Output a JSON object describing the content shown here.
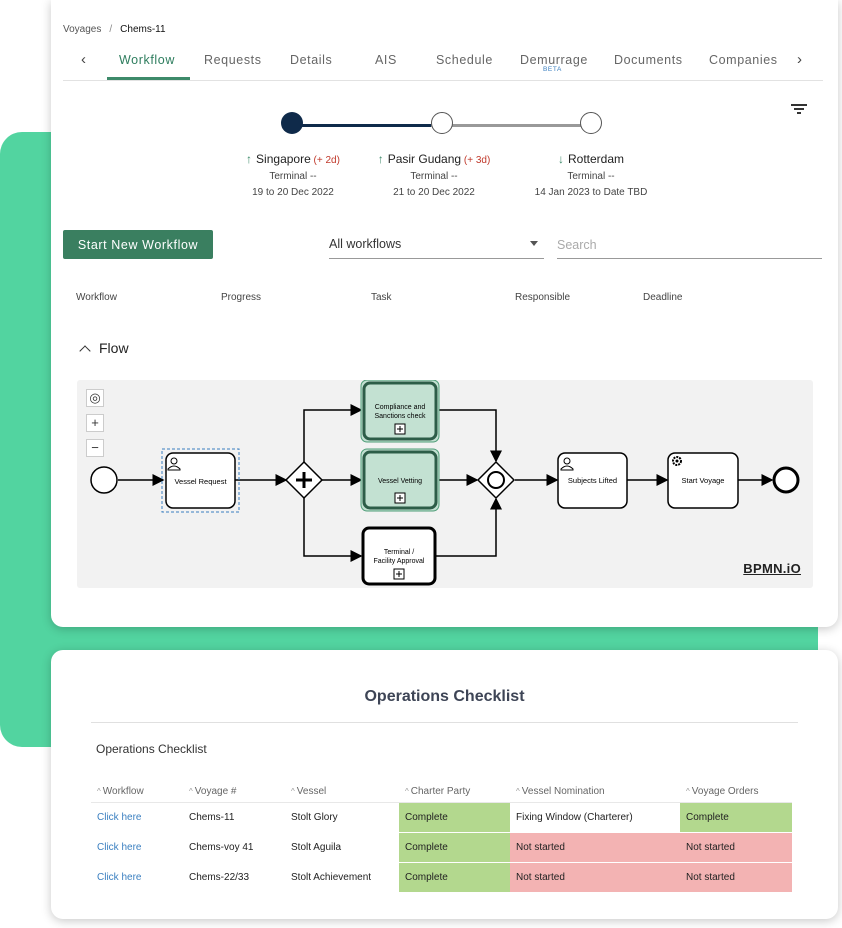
{
  "breadcrumb": {
    "root": "Voyages",
    "current": "Chems-11"
  },
  "tabs": [
    "Workflow",
    "Requests",
    "Details",
    "AIS",
    "Schedule",
    "Demurrage",
    "Documents",
    "Companies"
  ],
  "beta_label": "BETA",
  "ports": [
    {
      "name": "Singapore",
      "delta": "(+ 2d)",
      "terminal": "Terminal --",
      "dates": "19 to 20 Dec 2022",
      "arrow": "↑"
    },
    {
      "name": "Pasir Gudang",
      "delta": "(+ 3d)",
      "terminal": "Terminal --",
      "dates": "21 to 20 Dec 2022",
      "arrow": "↑"
    },
    {
      "name": "Rotterdam",
      "delta": "",
      "terminal": "Terminal --",
      "dates": "14 Jan 2023 to Date TBD",
      "arrow": "↓"
    }
  ],
  "controls": {
    "start_button": "Start New Workflow",
    "workflow_select": "All workflows",
    "search_placeholder": "Search"
  },
  "columns": [
    "Workflow",
    "Progress",
    "Task",
    "Responsible",
    "Deadline"
  ],
  "flow": {
    "label": "Flow",
    "tasks": {
      "vessel_request": "Vessel Request",
      "compliance": [
        "Compliance and",
        "Sanctions check"
      ],
      "vessel_vetting": "Vessel Vetting",
      "terminal": [
        "Terminal /",
        "Facility Approval"
      ],
      "subjects_lifted": "Subjects Lifted",
      "start_voyage": "Start Voyage"
    },
    "logo": "BPMN.iO"
  },
  "checklist": {
    "title": "Operations Checklist",
    "subtitle": "Operations Checklist",
    "headers": [
      "Workflow",
      "Voyage #",
      "Vessel",
      "Charter Party",
      "Vessel Nomination",
      "Voyage Orders"
    ],
    "rows": [
      [
        "Click here",
        "Chems-11",
        "Stolt Glory",
        "Complete",
        "Fixing Window (Charterer)",
        "Complete"
      ],
      [
        "Click here",
        "Chems-voy 41",
        "Stolt Aguila",
        "Complete",
        "Not started",
        "Not started"
      ],
      [
        "Click here",
        "Chems-22/33",
        "Stolt Achievement",
        "Complete",
        "Not started",
        "Not started"
      ]
    ]
  },
  "colors": {
    "accent": "#3a7f60",
    "navy": "#0f2a4a",
    "complete": "#b3d88e",
    "not_started": "#f3b3b3",
    "link": "#3a7fc0"
  }
}
